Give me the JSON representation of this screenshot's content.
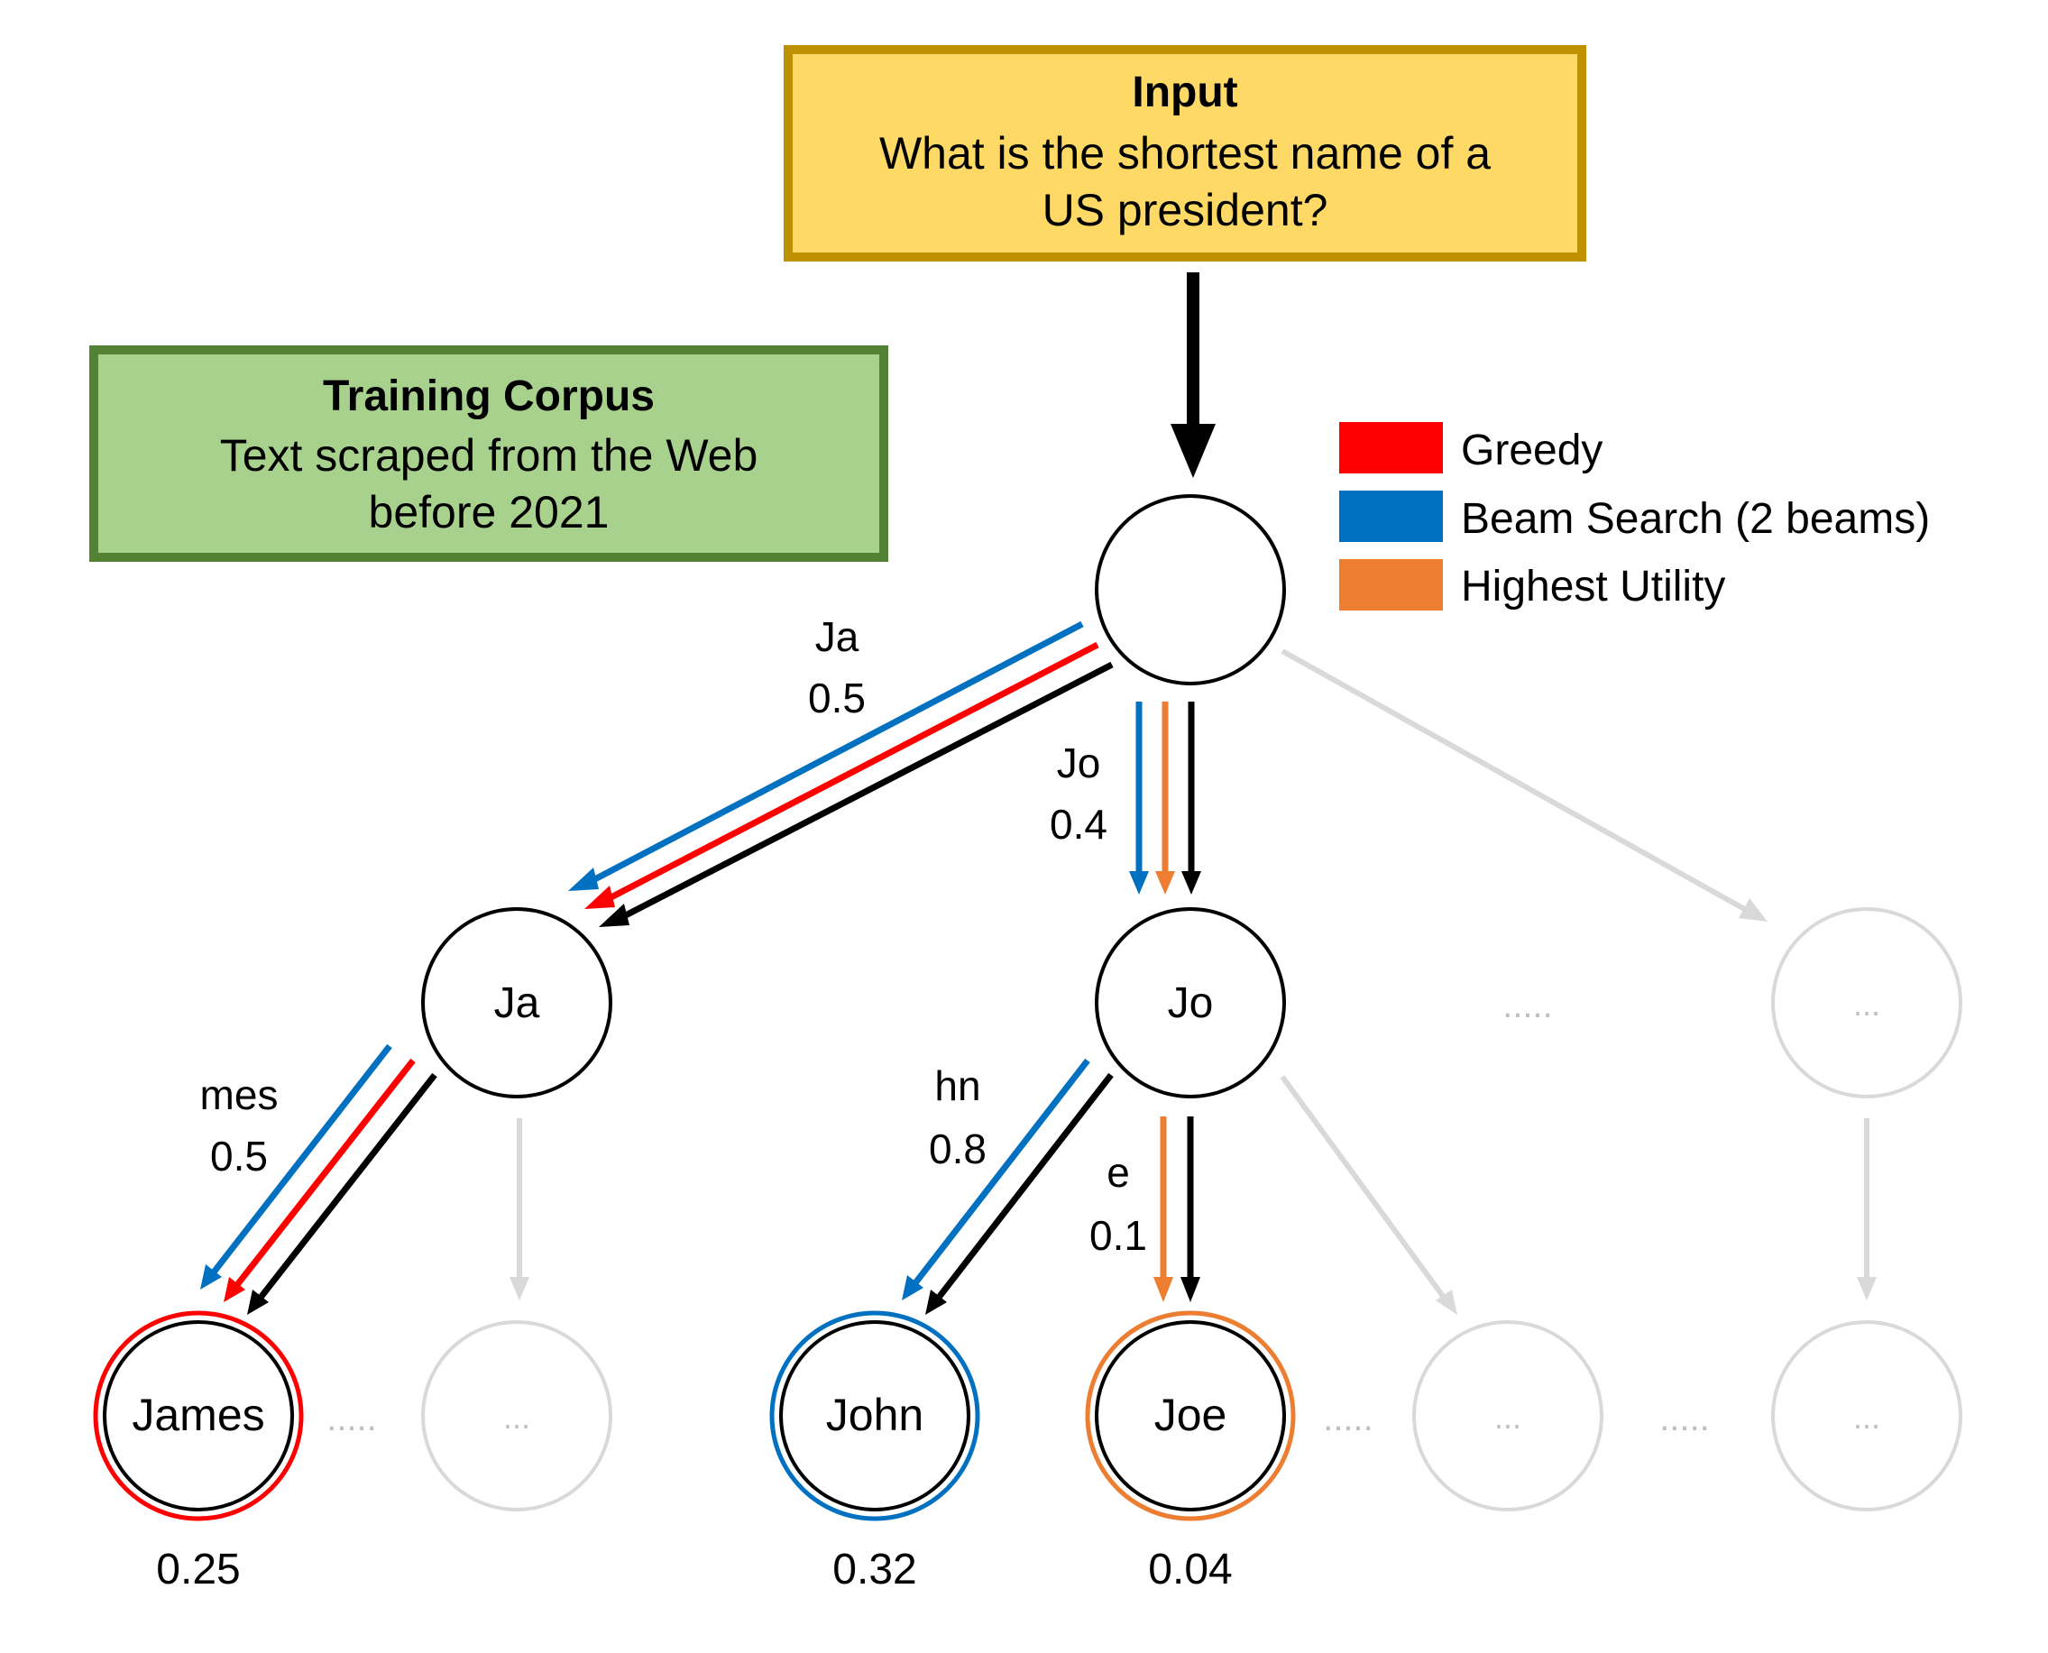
{
  "colors": {
    "greedy": "#ff0000",
    "beam": "#0070c0",
    "utility": "#ed7d31",
    "path": "#000000",
    "faded": "#d9d9d9",
    "input_fill": "#ffd966",
    "input_border": "#bf9000",
    "corpus_fill": "#a9d18e",
    "corpus_border": "#548235"
  },
  "input_box": {
    "title": "Input",
    "line1": "What is the shortest name of a",
    "line2": "US president?"
  },
  "corpus_box": {
    "title": "Training Corpus",
    "line1": "Text scraped from the Web",
    "line2": "before 2021"
  },
  "legend": {
    "greedy": "Greedy",
    "beam": "Beam Search (2 beams)",
    "utility": "Highest Utility"
  },
  "edges": {
    "ja": {
      "token": "Ja",
      "prob": "0.5"
    },
    "jo": {
      "token": "Jo",
      "prob": "0.4"
    },
    "mes": {
      "token": "mes",
      "prob": "0.5"
    },
    "hn": {
      "token": "hn",
      "prob": "0.8"
    },
    "e": {
      "token": "e",
      "prob": "0.1"
    }
  },
  "nodes": {
    "ja": "Ja",
    "jo": "Jo",
    "james": "James",
    "john": "John",
    "joe": "Joe",
    "placeholder": "...",
    "ellipsis": "....."
  },
  "scores": {
    "james": "0.25",
    "john": "0.32",
    "joe": "0.04"
  }
}
